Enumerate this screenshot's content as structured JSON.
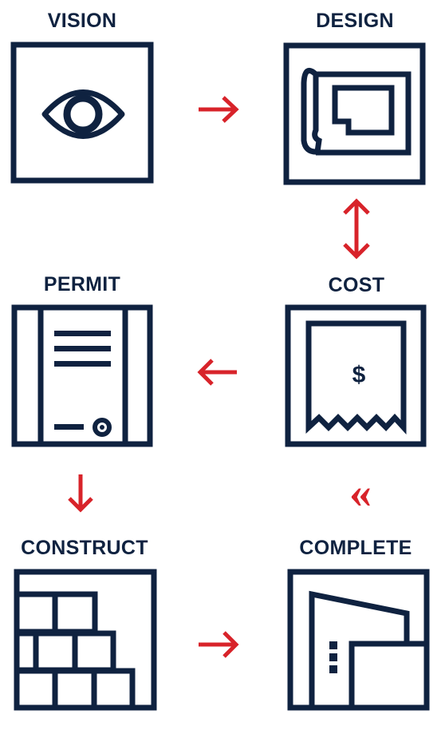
{
  "colors": {
    "navy": "#0f2240",
    "accent": "#d8232a",
    "background": "#ffffff"
  },
  "steps": [
    {
      "label": "VISION",
      "icon": "eye-icon"
    },
    {
      "label": "DESIGN",
      "icon": "blueprint-icon"
    },
    {
      "label": "COST",
      "icon": "receipt-icon"
    },
    {
      "label": "PERMIT",
      "icon": "permit-document-icon"
    },
    {
      "label": "CONSTRUCT",
      "icon": "bricks-icon"
    },
    {
      "label": "COMPLETE",
      "icon": "building-icon"
    }
  ],
  "cost_symbol": "$",
  "loop_marker": "«"
}
